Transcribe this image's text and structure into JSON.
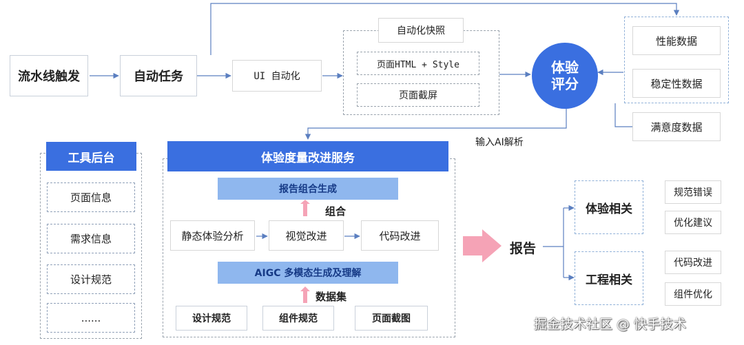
{
  "pipeline": {
    "trigger": "流水线触发",
    "auto_task": "自动任务",
    "ui_auto": "UI 自动化"
  },
  "snapshot": {
    "title": "自动化快照",
    "html_style": "页面HTML + Style",
    "screenshot": "页面截屏"
  },
  "score": {
    "line1": "体验",
    "line2": "评分"
  },
  "metrics": {
    "performance": "性能数据",
    "stability": "稳定性数据",
    "satisfaction": "满意度数据"
  },
  "input_ai": "输入AI解析",
  "tool_backend": {
    "title": "工具后台",
    "items": [
      "页面信息",
      "需求信息",
      "设计规范",
      "......"
    ]
  },
  "service": {
    "title": "体验度量改进服务",
    "report_combo": "报告组合生成",
    "combine_label": "组合",
    "static_analysis": "静态体验分析",
    "visual_improve": "视觉改进",
    "code_improve": "代码改进",
    "aigc": "AIGC 多模态生成及理解",
    "dataset_label": "数据集",
    "datasets": [
      "设计规范",
      "组件规范",
      "页面截图"
    ]
  },
  "report": {
    "label": "报告",
    "experience_related": "体验相关",
    "engineering_related": "工程相关",
    "experience_items": [
      "规范错误",
      "优化建议"
    ],
    "engineering_items": [
      "代码改进",
      "组件优化"
    ]
  },
  "watermark": "掘金技术社区 @ 快手技术",
  "colors": {
    "accent_blue": "#3a6fe0",
    "light_blue": "#8fb7ee",
    "arrow_pink": "#f5a3b6",
    "line_blue": "#5b7fc0"
  }
}
